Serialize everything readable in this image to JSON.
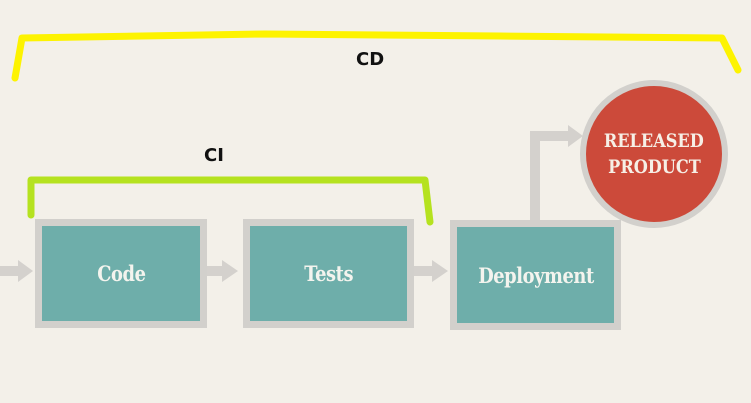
{
  "stages": [
    {
      "id": "code",
      "label": "Code"
    },
    {
      "id": "tests",
      "label": "Tests"
    },
    {
      "id": "deployment",
      "label": "Deployment"
    }
  ],
  "result": {
    "line1": "RELEASED",
    "line2": "PRODUCT"
  },
  "brackets": {
    "ci": {
      "label": "CI",
      "color": "#b5e21f"
    },
    "cd": {
      "label": "CD",
      "color": "#fdf300"
    }
  },
  "colors": {
    "stage_fill": "#6eaeaa",
    "result_fill": "#cc4a3a",
    "arrow": "#d2d0cc",
    "background": "#f3f0e9"
  }
}
